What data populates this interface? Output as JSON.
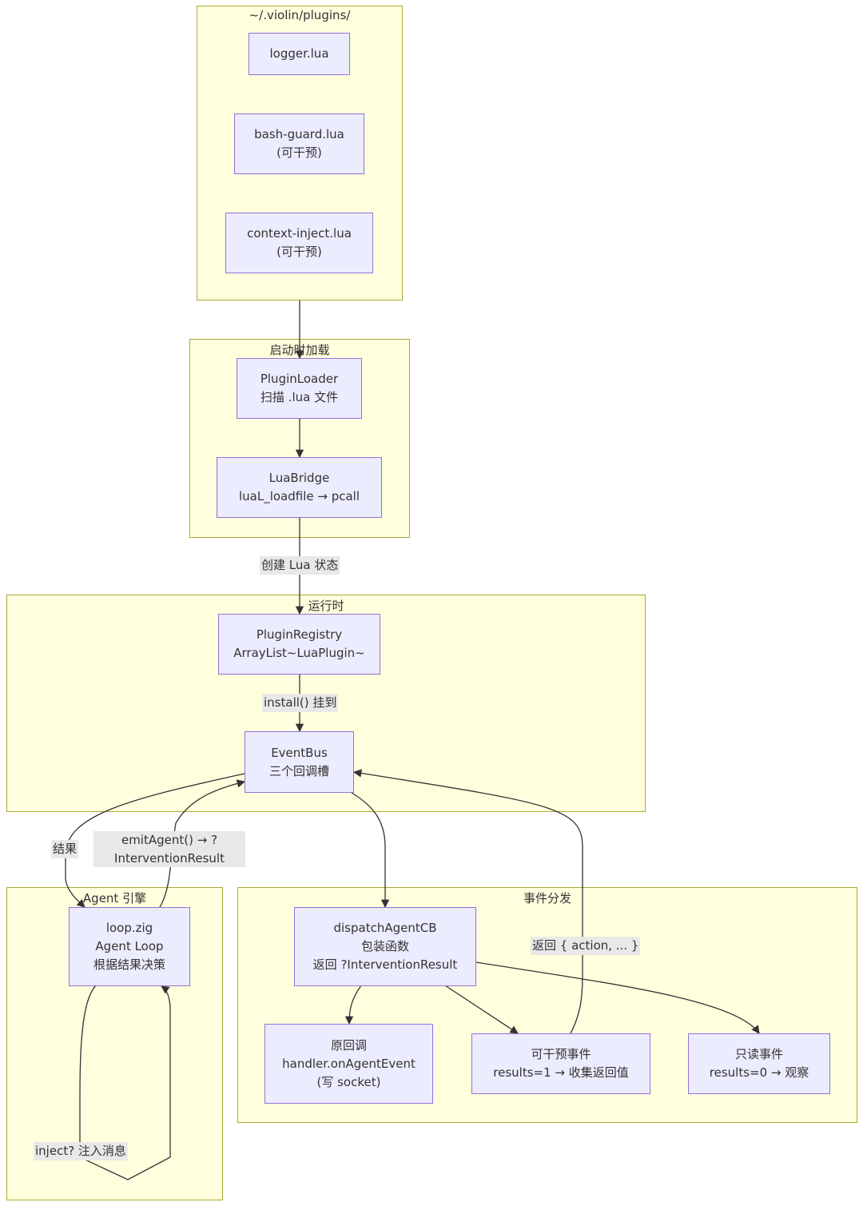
{
  "clusters": {
    "plugins_dir": "~/.violin/plugins/",
    "startup_load": "启动时加载",
    "runtime": "运行时",
    "agent_engine": "Agent 引擎",
    "event_dispatch": "事件分发"
  },
  "nodes": {
    "logger": [
      "logger.lua"
    ],
    "bash_guard": [
      "bash-guard.lua",
      "(可干预)"
    ],
    "context_inject": [
      "context-inject.lua",
      "(可干预)"
    ],
    "plugin_loader": [
      "PluginLoader",
      "扫描 .lua 文件"
    ],
    "lua_bridge": [
      "LuaBridge",
      "luaL_loadfile → pcall"
    ],
    "plugin_registry": [
      "PluginRegistry",
      "ArrayList~LuaPlugin~"
    ],
    "event_bus": [
      "EventBus",
      "三个回调槽"
    ],
    "loop": [
      "loop.zig",
      "Agent Loop",
      "根据结果决策"
    ],
    "dispatch": [
      "dispatchAgentCB",
      "包装函数",
      "返回 ?InterventionResult"
    ],
    "original_cb": [
      "原回调",
      "handler.onAgentEvent",
      "(写 socket)"
    ],
    "intervene_event": [
      "可干预事件",
      "results=1 → 收集返回值"
    ],
    "readonly_event": [
      "只读事件",
      "results=0 → 观察"
    ]
  },
  "edge_labels": {
    "create_lua_state": "创建 Lua 状态",
    "install": "install() 挂到",
    "result": "结果",
    "emit_agent_line1": "emitAgent() → ?",
    "emit_agent_line2": "InterventionResult",
    "return_action": "返回 { action, ... }",
    "inject": "inject? 注入消息"
  },
  "colors": {
    "cluster_fill": "#ffffde",
    "cluster_border": "#aaaa33",
    "node_fill": "#ececff",
    "node_border": "#9370db",
    "edge": "#333333",
    "label_bg": "#e8e8e8"
  }
}
